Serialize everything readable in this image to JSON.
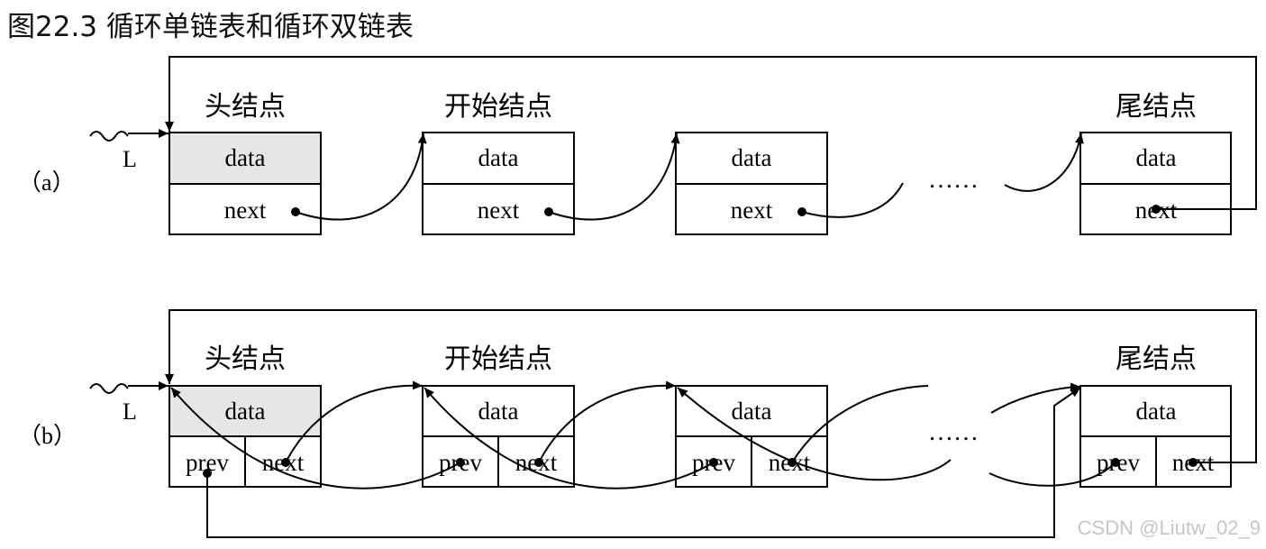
{
  "title": "图22.3  循环单链表和循环双链表",
  "diagram_a": {
    "label": "（a）",
    "pointer": "L",
    "nodes": [
      {
        "caption": "头结点",
        "data": "data",
        "next": "next"
      },
      {
        "caption": "开始结点",
        "data": "data",
        "next": "next"
      },
      {
        "caption": "",
        "data": "data",
        "next": "next"
      },
      {
        "caption": "尾结点",
        "data": "data",
        "next": "next"
      }
    ],
    "ellipsis": "……"
  },
  "diagram_b": {
    "label": "（b）",
    "pointer": "L",
    "nodes": [
      {
        "caption": "头结点",
        "data": "data",
        "prev": "prev",
        "next": "next"
      },
      {
        "caption": "开始结点",
        "data": "data",
        "prev": "prev",
        "next": "next"
      },
      {
        "caption": "",
        "data": "data",
        "prev": "prev",
        "next": "next"
      },
      {
        "caption": "尾结点",
        "data": "data",
        "prev": "prev",
        "next": "next"
      }
    ],
    "ellipsis": "……"
  },
  "colors": {
    "head_fill": "#e6e6e6",
    "line": "#000000"
  },
  "watermark": "CSDN @Liutw_02_9"
}
